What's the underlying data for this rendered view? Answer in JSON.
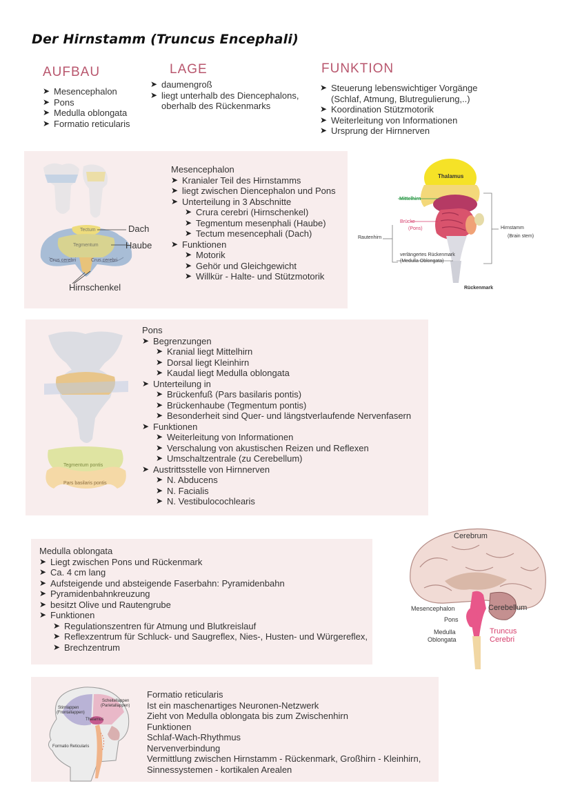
{
  "title": "Der Hirnstamm (Truncus Encephali)",
  "aufbau": {
    "heading": "AUFBAU",
    "items": [
      "Mesencephalon",
      "Pons",
      "Medulla oblongata",
      "Formatio reticularis"
    ]
  },
  "lage": {
    "heading": "LAGE",
    "items": [
      "daumengroß",
      "liegt unterhalb des Diencephalons,",
      "oberhalb des Rückenmarks"
    ]
  },
  "funktion": {
    "heading": "FUNKTION",
    "items": [
      "Steuerung lebenswichtiger Vorgänge",
      "(Schlaf, Atmung, Blutregulierung,..)",
      "Koordination Stützmotorik",
      "Weiterleitung von Informationen",
      "Ursprung der Hirnnerven"
    ]
  },
  "mesencephalon": {
    "title": "Mesencephalon",
    "lines": [
      "Kranialer Teil des Hirnstamms",
      "liegt zwischen Diencephalon und Pons",
      "Unterteilung in 3 Abschnitte",
      "Crura cerebri (Hirnschenkel)",
      "Tegmentum mesenphali (Haube)",
      "Tectum mesencephali (Dach)",
      "Funktionen",
      "Motorik",
      "Gehör und Gleichgewicht",
      "Willkür - Halte- und Stützmotorik"
    ],
    "figure_labels": {
      "dach": "Dach",
      "haube": "Haube",
      "hirnschenkel": "Hirnschenkel",
      "tectum": "Tectum",
      "tegmentum": "Tegmentum",
      "crus_left": "Crus cerebri",
      "crus_right": "Crus cerebri"
    }
  },
  "brainstem_figure": {
    "thalamus": "Thalamus",
    "mittelhirn": "Mittelhirn",
    "bruecke": "Brücke",
    "pons": "(Pons)",
    "rautenhirn": "Rautenhirn",
    "verlaengertes": "verlängertes Rückenmark",
    "medulla": "(Medulla Oblongata)",
    "hirnstamm": "Hirnstamm",
    "brain_stem": "(Brain stem)",
    "rueckenmark": "Rückenmark"
  },
  "pons": {
    "title": "Pons",
    "lines": [
      "Begrenzungen",
      "Kranial liegt Mittelhirn",
      "Dorsal liegt Kleinhirn",
      "Kaudal liegt Medulla oblongata",
      "Unterteilung in",
      "Brückenfuß (Pars basilaris pontis)",
      "Brückenhaube (Tegmentum pontis)",
      "Besonderheit sind Quer- und längstverlaufende Nervenfasern",
      "Funktionen",
      "Weiterleitung von Informationen",
      "Verschalung von akustischen Reizen und Reflexen",
      "Umschaltzentrale (zu Cerebellum)",
      "Austrittsstelle von Hirnnerven",
      "N. Abducens",
      "N. Facialis",
      "N. Vestibulocochlearis"
    ],
    "figure_labels": {
      "tegmentum": "Tegmentum pontis",
      "basilaris": "Pars basilaris pontis"
    }
  },
  "medulla": {
    "title": "Medulla oblongata",
    "lines": [
      "Liegt zwischen Pons und Rückenmark",
      "Ca. 4 cm lang",
      "Aufsteigende und absteigende Faserbahn: Pyramidenbahn",
      "Pyramidenbahnkreuzung",
      "besitzt Olive und Rautengrube",
      "Funktionen",
      "Regulationszentren für Atmung und Blutkreislauf",
      "Reflexzentrum für Schluck- und Saugreflex, Nies-, Husten- und Würgereflex,",
      "Brechzentrum"
    ]
  },
  "sagittal_figure": {
    "cerebrum": "Cerebrum",
    "cerebellum": "Cerebellum",
    "mesencephalon": "Mesencephalon",
    "pons": "Pons",
    "medulla": "Medulla",
    "oblongata": "Oblongata",
    "truncus": "Truncus",
    "cerebri": "Cerebri"
  },
  "formatio": {
    "lines": [
      "Formatio reticularis",
      "Ist ein maschenartiges Neuronen-Netzwerk",
      "Zieht von Medulla oblongata bis zum Zwischenhirn",
      "Funktionen",
      "Schlaf-Wach-Rhythmus",
      "Nervenverbindung",
      "Vermittlung zwischen Hirnstamm - Rückenmark, Großhirn - Kleinhirn,",
      "Sinnessystemen - kortikalen Arealen"
    ],
    "figure_labels": {
      "stirnlappen": "Stirnlappen",
      "frontallappen": "(Frontallappen)",
      "scheitellappen": "Scheitellappen",
      "parietallappen": "(Parietallappen)",
      "thalamus": "Thalamus",
      "formatio": "Formatio Reticularis"
    }
  },
  "colors": {
    "heading": "#b8566d",
    "panel": "#f8eded",
    "accent_pink": "#d63d6b",
    "accent_green": "#2e9a4a"
  }
}
